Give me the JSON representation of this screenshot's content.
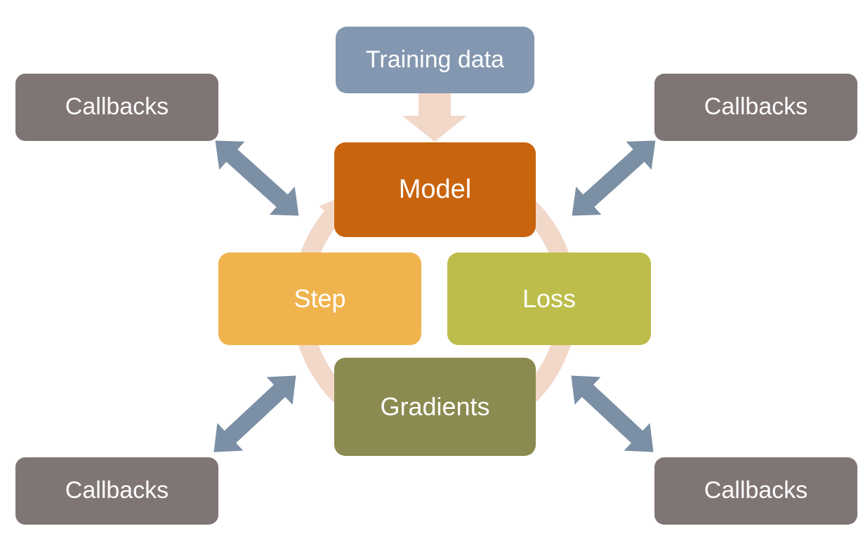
{
  "diagram": {
    "nodes": {
      "training_data": "Training data",
      "model": "Model",
      "step": "Step",
      "loss": "Loss",
      "gradients": "Gradients",
      "callbacks_top_left": "Callbacks",
      "callbacks_top_right": "Callbacks",
      "callbacks_bottom_left": "Callbacks",
      "callbacks_bottom_right": "Callbacks"
    },
    "colors": {
      "training_data": "#8497B0",
      "model": "#C9640E",
      "step": "#F0B44E",
      "loss": "#BDBD4B",
      "gradients": "#8B8B51",
      "callbacks": "#807575",
      "connector": "#7B8FA5",
      "cycle": "#F2D8C9"
    }
  }
}
